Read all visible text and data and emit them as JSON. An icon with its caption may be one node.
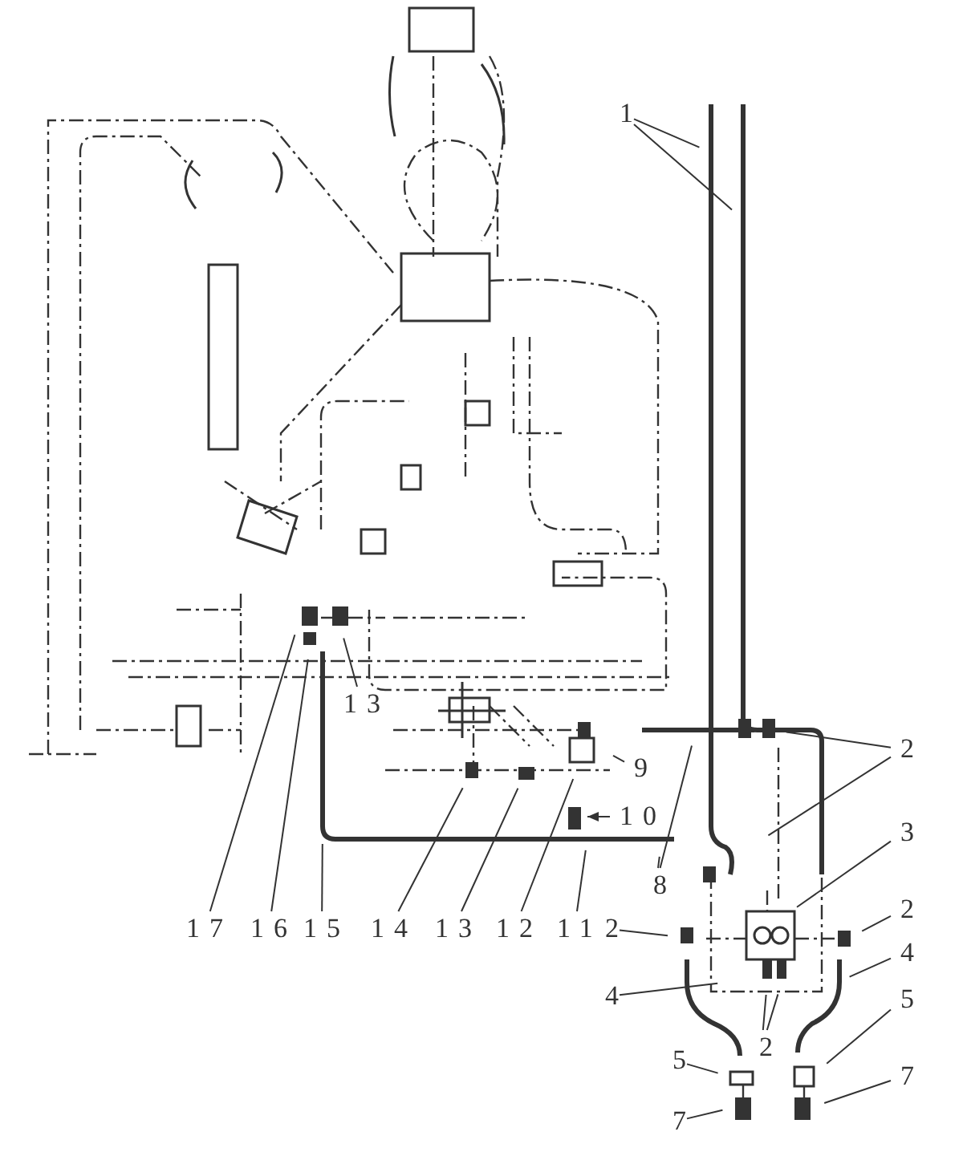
{
  "diagram": {
    "nodes": [
      {
        "text": [
          "1"
        ]
      },
      {
        "text": [
          "13"
        ]
      },
      {
        "text": [
          "2"
        ]
      },
      {
        "text": [
          "10"
        ]
      },
      {
        "text": [
          "9"
        ]
      },
      {
        "text": [
          "3"
        ]
      },
      {
        "text": [
          "8"
        ]
      },
      {
        "text": [
          "2"
        ]
      },
      {
        "text": [
          "2"
        ]
      },
      {
        "text": [
          "17"
        ]
      },
      {
        "text": [
          "16"
        ]
      },
      {
        "text": [
          "15"
        ]
      },
      {
        "text": [
          "14"
        ]
      },
      {
        "text": [
          "13"
        ]
      },
      {
        "text": [
          "12"
        ]
      },
      {
        "text": [
          "11"
        ]
      },
      {
        "text": [
          "4"
        ]
      },
      {
        "text": [
          "4"
        ]
      },
      {
        "text": [
          "5"
        ]
      },
      {
        "text": [
          "2"
        ]
      },
      {
        "text": [
          "5"
        ]
      },
      {
        "text": [
          "7"
        ]
      },
      {
        "text": [
          "7"
        ]
      }
    ],
    "edges": [
      {
        "from": 0,
        "to": null,
        "arrow": "none"
      },
      {
        "from": 0,
        "to": null,
        "arrow": "none"
      },
      {
        "from": 1,
        "to": null,
        "arrow": "none"
      },
      {
        "from": 2,
        "to": null,
        "arrow": "none"
      },
      {
        "from": 2,
        "to": null,
        "arrow": "none"
      },
      {
        "from": 3,
        "to": null,
        "arrow": "to"
      },
      {
        "from": 4,
        "to": null,
        "arrow": "none"
      },
      {
        "from": 5,
        "to": null,
        "arrow": "none"
      },
      {
        "from": 6,
        "to": null,
        "arrow": "none"
      },
      {
        "from": 6,
        "to": null,
        "arrow": "none"
      },
      {
        "from": 7,
        "to": null,
        "arrow": "none"
      },
      {
        "from": 8,
        "to": null,
        "arrow": "none"
      },
      {
        "from": 9,
        "to": null,
        "arrow": "none"
      },
      {
        "from": 10,
        "to": null,
        "arrow": "none"
      },
      {
        "from": 11,
        "to": null,
        "arrow": "none"
      },
      {
        "from": 12,
        "to": null,
        "arrow": "none"
      },
      {
        "from": 13,
        "to": null,
        "arrow": "none"
      },
      {
        "from": 14,
        "to": null,
        "arrow": "none"
      },
      {
        "from": 15,
        "to": null,
        "arrow": "none"
      },
      {
        "from": 16,
        "to": null,
        "arrow": "none"
      },
      {
        "from": 17,
        "to": null,
        "arrow": "none"
      },
      {
        "from": 18,
        "to": null,
        "arrow": "none"
      },
      {
        "from": 19,
        "to": null,
        "arrow": "none"
      },
      {
        "from": 19,
        "to": null,
        "arrow": "none"
      },
      {
        "from": 20,
        "to": null,
        "arrow": "none"
      },
      {
        "from": 21,
        "to": null,
        "arrow": "none"
      },
      {
        "from": 22,
        "to": null,
        "arrow": "none"
      }
    ]
  }
}
